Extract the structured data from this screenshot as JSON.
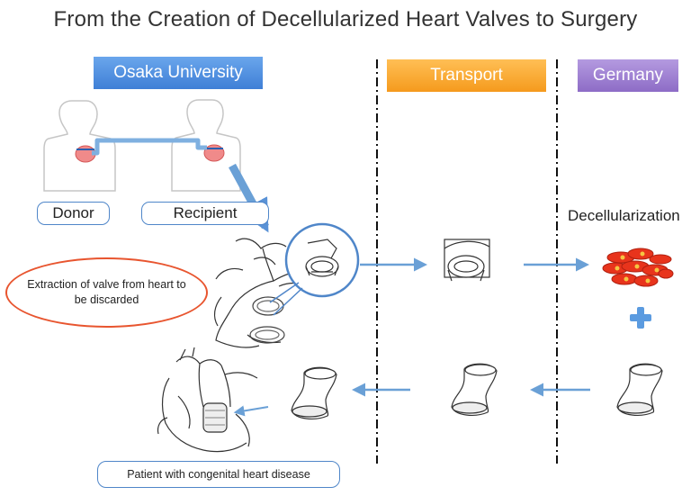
{
  "title": "From the Creation of Decellularized Heart Valves to Surgery",
  "headers": {
    "osaka": "Osaka University",
    "transport": "Transport",
    "germany": "Germany"
  },
  "labels": {
    "donor": "Donor",
    "recipient": "Recipient",
    "decellularization": "Decellularization",
    "extraction": "Extraction of valve from heart to be discarded",
    "patient": "Patient with congenital heart disease"
  },
  "colors": {
    "osaka_header": "#4a8ae0",
    "transport_header": "#f7a632",
    "germany_header": "#9b7ed0",
    "arrow": "#6aa0d6",
    "extraction_outline": "#e8552f",
    "cells": "#e8341c",
    "plus": "#5b9be0"
  },
  "icons": [
    "person-silhouette-icon",
    "heart-icon",
    "heart-anatomy-icon",
    "valve-icon",
    "cells-icon",
    "plus-icon",
    "graft-icon"
  ]
}
